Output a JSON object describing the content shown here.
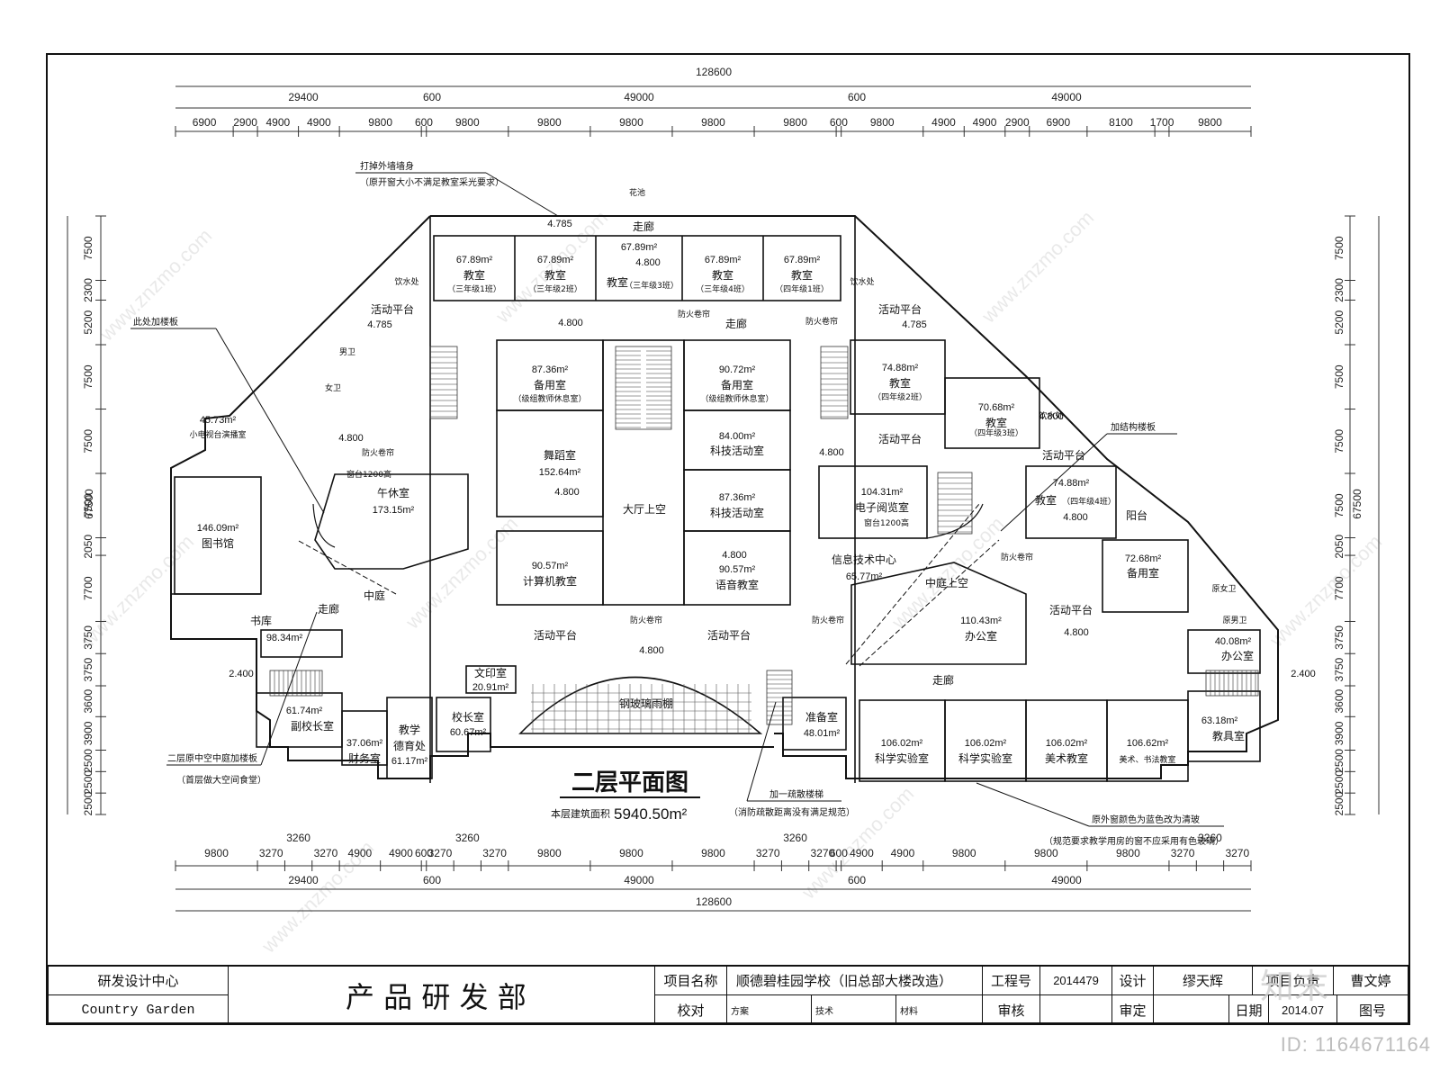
{
  "drawing": {
    "title": "二层平面图",
    "area_label": "本层建筑面积",
    "area_value": "5940.50m²"
  },
  "dimensions": {
    "overall": "128600",
    "top_segments": [
      "29400",
      "600",
      "49000",
      "600",
      "49000"
    ],
    "top_detail": [
      "6900",
      "2900",
      "4900",
      "4900",
      "9800",
      "600",
      "9800",
      "9800",
      "9800",
      "9800",
      "9800",
      "600",
      "9800",
      "4900",
      "4900",
      "2900",
      "6900",
      "8100",
      "1700",
      "9800"
    ],
    "bottom_detail": [
      "9800",
      "3270",
      "3260",
      "3270",
      "4900",
      "4900",
      "600",
      "3270",
      "3260",
      "3270",
      "9800",
      "9800",
      "9800",
      "3270",
      "3260",
      "3270",
      "600",
      "4900",
      "4900",
      "9800",
      "9800",
      "9800",
      "3270",
      "3260",
      "3270"
    ],
    "left_vertical": [
      "7500",
      "2300",
      "5200",
      "7500",
      "7500",
      "7500",
      "2050",
      "7700",
      "3750",
      "3750",
      "3600",
      "3900",
      "2500",
      "2500",
      "2500"
    ],
    "left_total": "67500",
    "right_total": "67500"
  },
  "rooms": {
    "c1": {
      "area": "67.89m²",
      "name": "教室",
      "cls": "（三年级1班）"
    },
    "c2": {
      "area": "67.89m²",
      "name": "教室",
      "cls": "（三年级2班）"
    },
    "c3": {
      "area": "67.89m²",
      "name": "教室",
      "cls": "（三年级3班）",
      "lvl": "4.800"
    },
    "c4": {
      "area": "67.89m²",
      "name": "教室",
      "cls": "（三年级4班）"
    },
    "c5": {
      "area": "67.89m²",
      "name": "教室",
      "cls": "（四年级1班）"
    },
    "corridor_top": "走廊",
    "corridor_mid": "走廊",
    "corridor_left": "走廊",
    "corridor_bottom": "走廊",
    "backup1": {
      "area": "87.36m²",
      "name": "备用室",
      "cls": "（级组教师休息室）"
    },
    "backup2": {
      "area": "90.72m²",
      "name": "备用室",
      "cls": "（级组教师休息室）"
    },
    "dance": {
      "name": "舞蹈室",
      "area": "152.64m²"
    },
    "sci1": {
      "area": "84.00m²",
      "name": "科技活动室"
    },
    "sci2": {
      "area": "87.36m²",
      "name": "科技活动室"
    },
    "computer": {
      "area": "90.57m²",
      "name": "计算机教室"
    },
    "language": {
      "area": "90.57m²",
      "name": "语音教室",
      "lvl": "4.800"
    },
    "hall_void": "大厅上空",
    "nap": {
      "name": "午休室",
      "area": "173.15m²"
    },
    "library": {
      "area": "146.09m²",
      "name": "图书馆"
    },
    "tv": {
      "area": "45.73m²",
      "name": "小电视台演播室"
    },
    "courtyard": "中庭",
    "courtyard_void": "中庭上空",
    "bookstore": {
      "name": "书库",
      "area": "98.34m²"
    },
    "vp_office": {
      "area": "61.74m²",
      "name": "副校长室"
    },
    "finance": {
      "area": "37.06m²",
      "name": "财务室"
    },
    "moral": {
      "name1": "教学",
      "name2": "德育处",
      "area": "61.17m²"
    },
    "principal": {
      "name": "校长室",
      "area": "60.67m²"
    },
    "print": {
      "name": "文印室",
      "area": "20.91m²"
    },
    "canopy": "钢玻璃雨棚",
    "prep": {
      "name": "准备室",
      "area": "48.01m²"
    },
    "lab1": {
      "area": "106.02m²",
      "name": "科学实验室"
    },
    "lab2": {
      "area": "106.02m²",
      "name": "科学实验室"
    },
    "art": {
      "area": "106.02m²",
      "name": "美术教室"
    },
    "calli": {
      "area": "106.62m²",
      "name": "美术、书法教室"
    },
    "tools": {
      "area": "63.18m²",
      "name": "教具室"
    },
    "office_r": {
      "area": "40.08m²",
      "name": "办公室"
    },
    "office_c": {
      "area": "110.43m²",
      "name": "办公室"
    },
    "it": {
      "name": "信息技术中心",
      "area": "65.77m²"
    },
    "ereading": {
      "area": "104.31m²",
      "name": "电子阅览室"
    },
    "c_r1": {
      "area": "74.88m²",
      "name": "教室",
      "cls": "（四年级2班）"
    },
    "c_r2": {
      "area": "70.68m²",
      "name": "教室",
      "cls": "（四年级3班）"
    },
    "c_r3": {
      "area": "74.88m²",
      "name": "教室",
      "cls": "（四年级4班）",
      "lvl": "4.800"
    },
    "backup3": {
      "area": "72.68m²",
      "name": "备用室"
    },
    "balcony": "阳台",
    "male_wc": "男卫",
    "female_wc": "女卫",
    "male_wc_r": "原男卫",
    "female_wc_r": "原女卫",
    "activity_l": "活动平台",
    "activity_r": "活动平台",
    "activity_ml": "活动平台",
    "activity_mr": "活动平台",
    "activity_rr": "活动平台",
    "activity_r2": "活动平台",
    "water_l": "饮水处",
    "water_r": "饮水处",
    "water_r2": "饮水处",
    "flower_top": "花池",
    "fire_roll": "防火卷帘",
    "sill": "窗台1200高",
    "sill2": "窗台1200高"
  },
  "levels": [
    "4.785",
    "4.800",
    "4.800",
    "4.800",
    "4.800",
    "4.785",
    "4.800",
    "4.800",
    "2.400",
    "2.400",
    "4.785"
  ],
  "annotations": {
    "n1_main": "打掉外墙墙身",
    "n1_sub": "（原开窗大小不满足教室采光要求）",
    "n2": "此处加楼板",
    "n3": "加结构楼板",
    "n4_main": "二层原中空中庭加楼板",
    "n4_sub": "（首层做大空间食堂）",
    "n5_main": "加一疏散楼梯",
    "n5_sub": "（消防疏散距离没有满足规范）",
    "n6_main": "原外窗颜色为蓝色改为清玻",
    "n6_sub": "（规范要求教学用房的窗不应采用有色玻璃）"
  },
  "watermark": "www.znzmo.com",
  "title_block": {
    "dept": "研发设计中心",
    "company": "Country Garden",
    "product": "产 品 研 发 部",
    "project_label": "项目名称",
    "project_value": "顺德碧桂园学校（旧总部大楼改造）",
    "job_no_label": "工程号",
    "job_no_value": "2014479",
    "design_label": "设计",
    "design_value": "缪天辉",
    "pm_label": "项目负责",
    "pm_value": "曹文婷",
    "check_label": "校对",
    "scheme_label": "方案",
    "tech_label": "技术",
    "material_label": "材料",
    "review_label": "审核",
    "approve_label": "审定",
    "date_label": "日期",
    "date_value": "2014.07",
    "drawing_no_label": "图号",
    "logo_text": "知末",
    "id_text": "ID: 1164671164"
  }
}
